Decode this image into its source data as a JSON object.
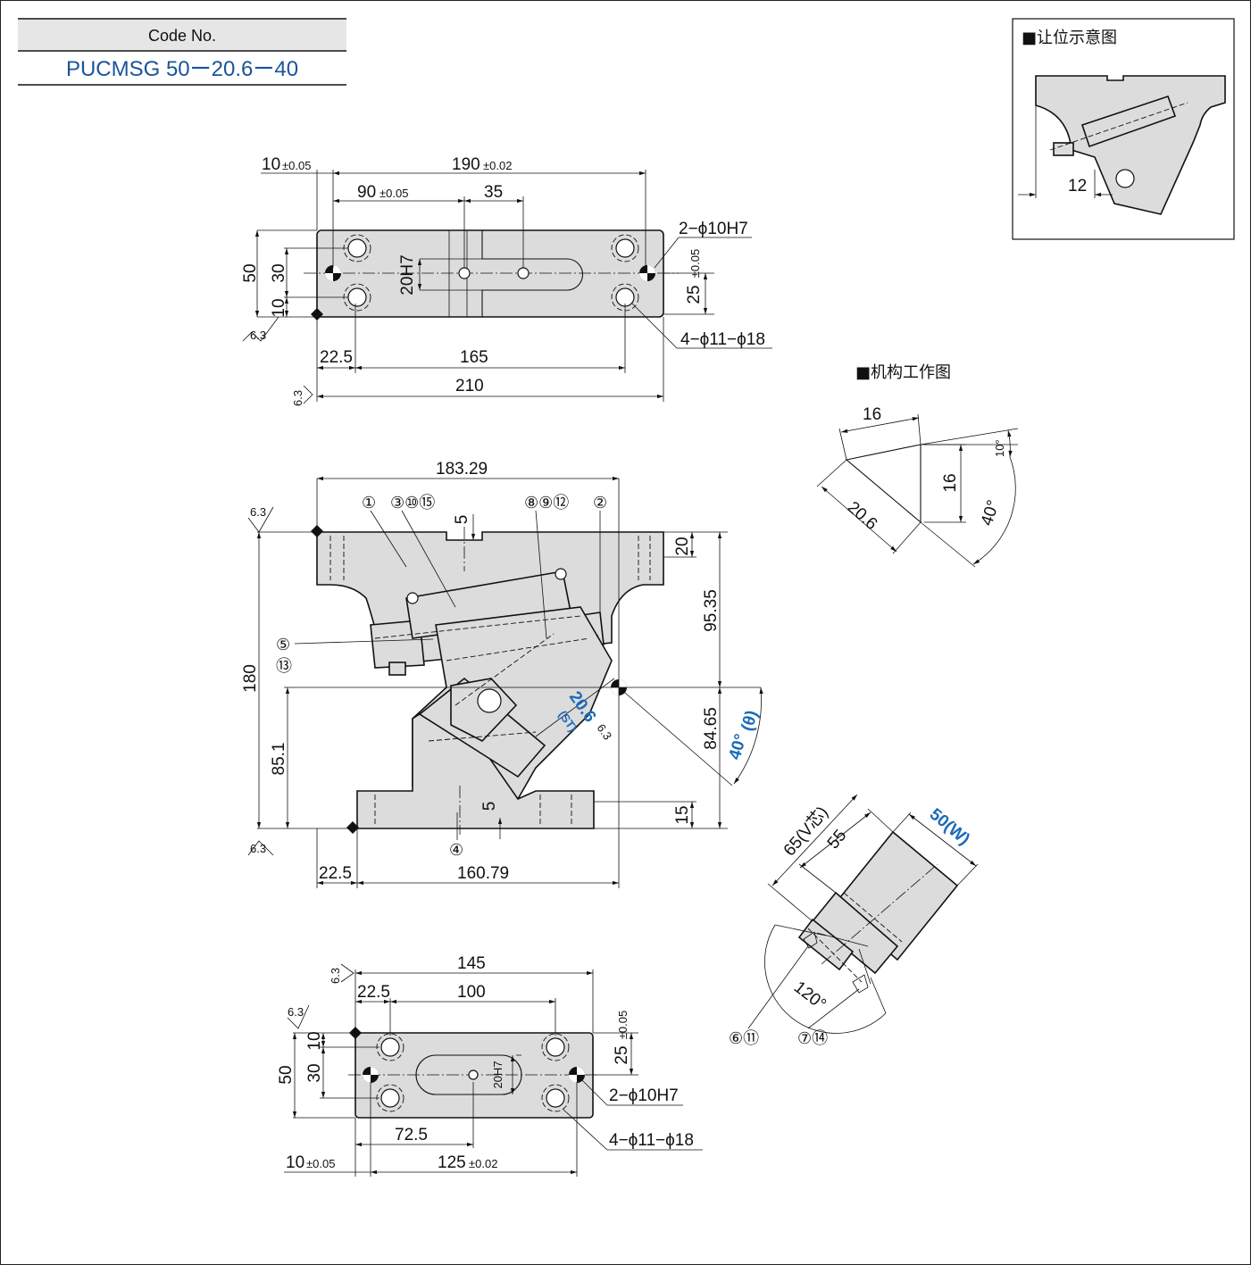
{
  "code": {
    "title": "Code No.",
    "value": "PUCMSG 50ー20.6ー40"
  },
  "sections": {
    "clearance_title": "■让位示意图",
    "mechanism_title": "■机构工作图"
  },
  "top_view": {
    "d_10": "10",
    "d_10_tol": "±0.05",
    "d_190": "190",
    "d_190_tol": "±0.02",
    "d_90": "90",
    "d_90_tol": "±0.05",
    "d_35": "35",
    "d_50": "50",
    "d_30": "30",
    "d_10b": "10",
    "d_20h7": "20H7",
    "d_25": "25",
    "d_25_tol": "±0.05",
    "note_pin": "2−ϕ10H7",
    "note_holes": "4−ϕ11−ϕ18",
    "d_22_5": "22.5",
    "d_165": "165",
    "d_210": "210",
    "rough": "6.3"
  },
  "front_view": {
    "d_183_29": "183.29",
    "d_5a": "5",
    "d_20": "20",
    "d_95_35": "95.35",
    "d_180": "180",
    "d_85_1": "85.1",
    "d_84_65": "84.65",
    "d_15": "15",
    "d_5b": "5",
    "d_22_5": "22.5",
    "d_160_79": "160.79",
    "st_value": "20.6",
    "st_label": "(ST)",
    "angle": "40°",
    "theta": "(θ)",
    "rough": "6.3",
    "callouts": [
      "①",
      "③⑩⑮",
      "⑧⑨⑫",
      "②",
      "⑤",
      "⑬",
      "④"
    ]
  },
  "bottom_view": {
    "d_145": "145",
    "d_22_5": "22.5",
    "d_100": "100",
    "d_10": "10",
    "d_30": "30",
    "d_50": "50",
    "d_20h7": "20H7",
    "d_25": "25",
    "d_25_tol": "±0.05",
    "note_pin": "2−ϕ10H7",
    "note_holes": "4−ϕ11−ϕ18",
    "d_72_5": "72.5",
    "d_10b": "10",
    "d_10b_tol": "±0.05",
    "d_125": "125",
    "d_125_tol": "±0.02",
    "rough": "6.3"
  },
  "mechanism": {
    "d_16a": "16",
    "d_16b": "16",
    "d_20_6": "20.6",
    "a_10": "10°",
    "a_40": "40°"
  },
  "clearance": {
    "d_12": "12"
  },
  "section_view": {
    "d_65": "65(V芯)",
    "d_55": "55",
    "d_50w": "50(W)",
    "a_120": "120°",
    "callout_a": "⑥⑪",
    "callout_b": "⑦⑭"
  }
}
